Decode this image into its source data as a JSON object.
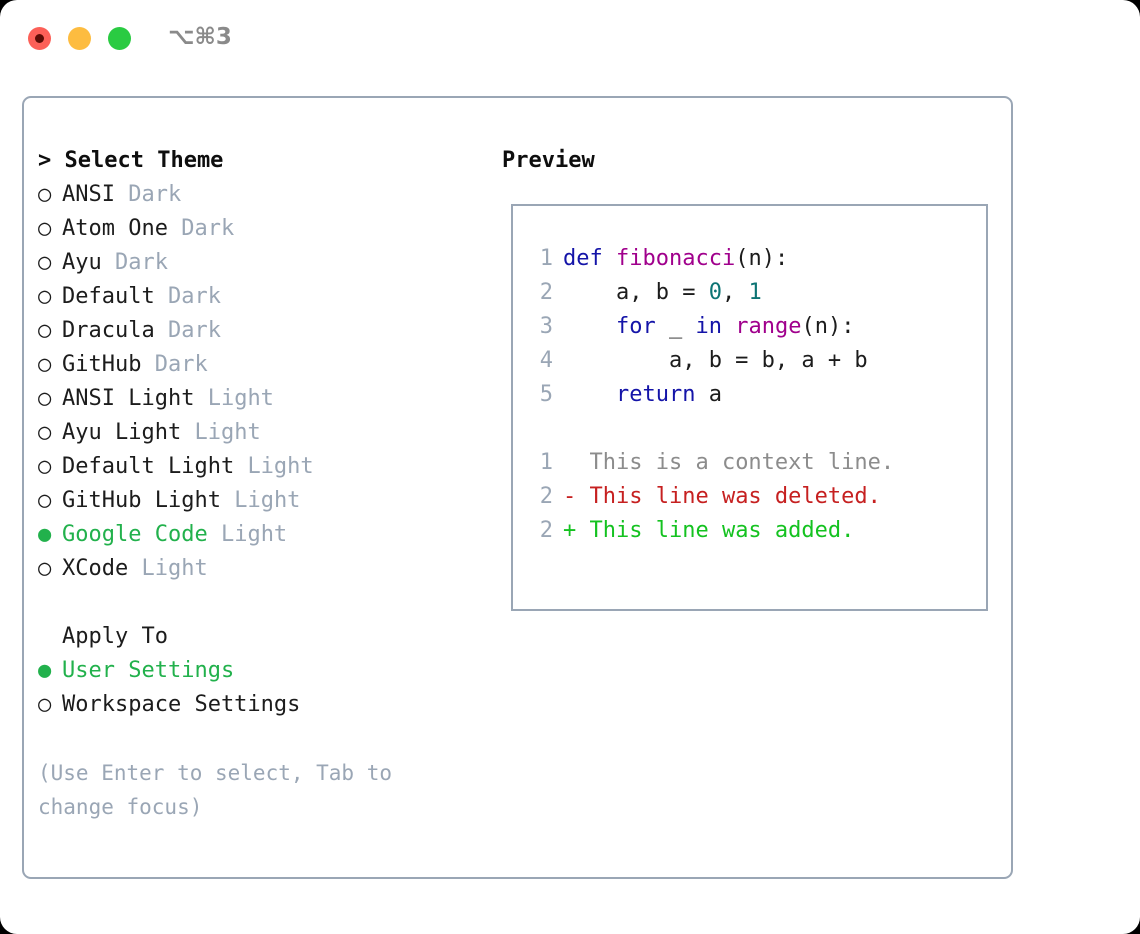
{
  "window": {
    "title": "⌥⌘3",
    "traffic_lights": [
      "close",
      "minimize",
      "maximize"
    ],
    "colors": {
      "close": "#fc6058",
      "minimize": "#fdbc40",
      "maximize": "#2acb42",
      "border": "#9aa6b5",
      "accent_green": "#22b14c",
      "muted": "#9aa6b5"
    }
  },
  "theme_panel": {
    "header": "> Select Theme",
    "items": [
      {
        "bullet": "○",
        "label": "ANSI",
        "tag": "Dark",
        "selected": false
      },
      {
        "bullet": "○",
        "label": "Atom One",
        "tag": "Dark",
        "selected": false
      },
      {
        "bullet": "○",
        "label": "Ayu",
        "tag": "Dark",
        "selected": false
      },
      {
        "bullet": "○",
        "label": "Default",
        "tag": "Dark",
        "selected": false
      },
      {
        "bullet": "○",
        "label": "Dracula",
        "tag": "Dark",
        "selected": false
      },
      {
        "bullet": "○",
        "label": "GitHub",
        "tag": "Dark",
        "selected": false
      },
      {
        "bullet": "○",
        "label": "ANSI Light",
        "tag": "Light",
        "selected": false
      },
      {
        "bullet": "○",
        "label": "Ayu Light",
        "tag": "Light",
        "selected": false
      },
      {
        "bullet": "○",
        "label": "Default Light",
        "tag": "Light",
        "selected": false
      },
      {
        "bullet": "○",
        "label": "GitHub Light",
        "tag": "Light",
        "selected": false
      },
      {
        "bullet": "●",
        "label": "Google Code",
        "tag": "Light",
        "selected": true
      },
      {
        "bullet": "○",
        "label": "XCode",
        "tag": "Light",
        "selected": false
      }
    ]
  },
  "apply_to": {
    "header": "Apply To",
    "items": [
      {
        "bullet": "●",
        "label": "User Settings",
        "selected": true
      },
      {
        "bullet": "○",
        "label": "Workspace Settings",
        "selected": false
      }
    ]
  },
  "hint": "(Use Enter to select, Tab to change focus)",
  "preview": {
    "title": "Preview",
    "code_lines": [
      {
        "number": "1",
        "tokens": [
          {
            "text": "def ",
            "cls": "kw"
          },
          {
            "text": "fibonacci",
            "cls": "fn"
          },
          {
            "text": "(n):",
            "cls": "pl"
          }
        ]
      },
      {
        "number": "2",
        "tokens": [
          {
            "text": "    a, b = ",
            "cls": "pl"
          },
          {
            "text": "0",
            "cls": "num"
          },
          {
            "text": ", ",
            "cls": "pl"
          },
          {
            "text": "1",
            "cls": "num"
          }
        ]
      },
      {
        "number": "3",
        "tokens": [
          {
            "text": "    ",
            "cls": "pl"
          },
          {
            "text": "for",
            "cls": "kw"
          },
          {
            "text": " _ ",
            "cls": "pl"
          },
          {
            "text": "in",
            "cls": "kw"
          },
          {
            "text": " ",
            "cls": "pl"
          },
          {
            "text": "range",
            "cls": "fn"
          },
          {
            "text": "(n):",
            "cls": "pl"
          }
        ]
      },
      {
        "number": "4",
        "tokens": [
          {
            "text": "        a, b = b, a + b",
            "cls": "pl"
          }
        ]
      },
      {
        "number": "5",
        "tokens": [
          {
            "text": "    ",
            "cls": "pl"
          },
          {
            "text": "return",
            "cls": "kw"
          },
          {
            "text": " a",
            "cls": "pl"
          }
        ]
      }
    ],
    "diff_lines": [
      {
        "number": "1",
        "marker": " ",
        "text": " This is a context line.",
        "kind": "context"
      },
      {
        "number": "2",
        "marker": "-",
        "text": " This line was deleted.",
        "kind": "deleted"
      },
      {
        "number": "2",
        "marker": "+",
        "text": " This line was added.",
        "kind": "added"
      }
    ]
  }
}
